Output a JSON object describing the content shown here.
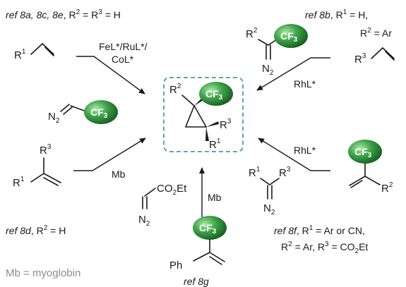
{
  "refs": {
    "top_left": {
      "prefix": "ref 8a, 8c, 8e",
      "cond": ", R",
      "s1": "2",
      "mid": " = R",
      "s2": "3",
      "tail": " = H"
    },
    "top_right": {
      "prefix": "ref 8b",
      "line1": ", R",
      "s1": "1",
      "line1_tail": " = H,",
      "line2": "R",
      "s2": "2",
      "line2_tail": " = Ar"
    },
    "left_bottom": {
      "prefix": "ref 8d",
      "cond": ", R",
      "s1": "2",
      "tail": " = H"
    },
    "right_bottom": {
      "prefix": "ref 8f",
      "line1": ", R",
      "s1": "1",
      "line1_tail": " = Ar or CN,",
      "line2a": "R",
      "s2": "2",
      "line2b": " = Ar, R",
      "s3": "3",
      "line2c": " = CO",
      "s4": "2",
      "line2d": "Et"
    },
    "bottom": "ref 8g"
  },
  "catalysts": {
    "top_left_line1": "FeL*/RuL*/",
    "top_left_line2": "CoL*",
    "top_right": "RhL*",
    "right": "RhL*",
    "left": "Mb",
    "bottom": "Mb"
  },
  "labels": {
    "R": "R",
    "N": "N",
    "Ph": "Ph",
    "CO": "CO",
    "Et": "Et",
    "sub1": "1",
    "sub2": "2",
    "sub3": "3",
    "cf3_main": "CF",
    "cf3_sub": "3"
  },
  "legend": "Mb = myoglobin",
  "colors": {
    "cf3_fill": "#2e8b3d",
    "cf3_dark": "#145a22",
    "box_stroke": "#2a8c8c"
  }
}
